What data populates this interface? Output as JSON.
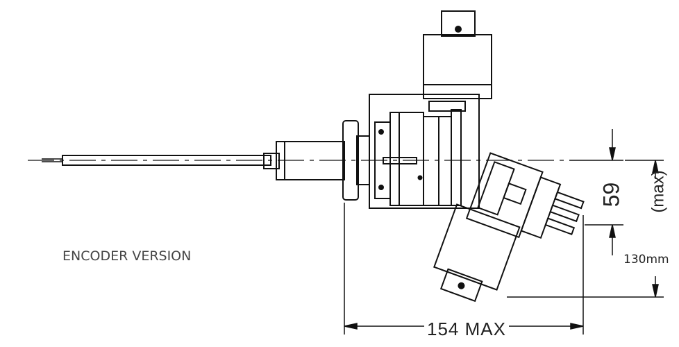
{
  "labels": {
    "encoder_version": "ENCODER VERSION",
    "dim_width": "154  MAX",
    "dim_offset": "59",
    "dim_offset_note": "(max)",
    "dim_height": "130mm"
  },
  "colors": {
    "line": "#111111",
    "background": "#ffffff"
  }
}
